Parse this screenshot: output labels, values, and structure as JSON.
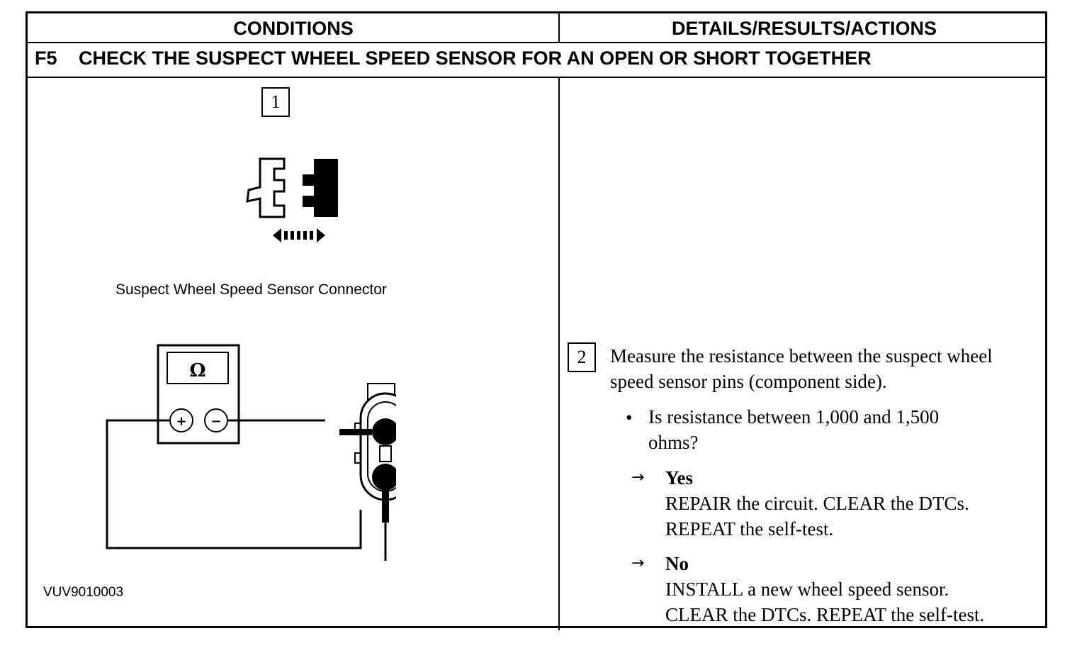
{
  "header": {
    "conditions": "CONDITIONS",
    "details": "DETAILS/RESULTS/ACTIONS"
  },
  "step": {
    "number": "F5",
    "title": "CHECK THE SUSPECT WHEEL SPEED SENSOR FOR AN OPEN OR SHORT TOGETHER"
  },
  "left": {
    "step1_num": "1",
    "connector_caption": "Suspect Wheel Speed Sensor Connector",
    "meter_symbol": "Ω",
    "plus_symbol": "+",
    "minus_symbol": "−",
    "figure_id": "VUV9010003"
  },
  "right": {
    "step2_num": "2",
    "instruction_line1": "Measure the resistance between the suspect wheel",
    "instruction_line2": "speed sensor pins (component side).",
    "bullet": "•",
    "question_line1": "Is resistance between 1,000 and 1,500",
    "question_line2": "ohms?",
    "arrow": "→",
    "yes_label": "Yes",
    "yes_line1": "REPAIR the circuit. CLEAR the DTCs.",
    "yes_line2": "REPEAT the self-test.",
    "no_label": "No",
    "no_line1": "INSTALL a new wheel speed sensor.",
    "no_line2": "CLEAR the DTCs. REPEAT the self-test."
  }
}
